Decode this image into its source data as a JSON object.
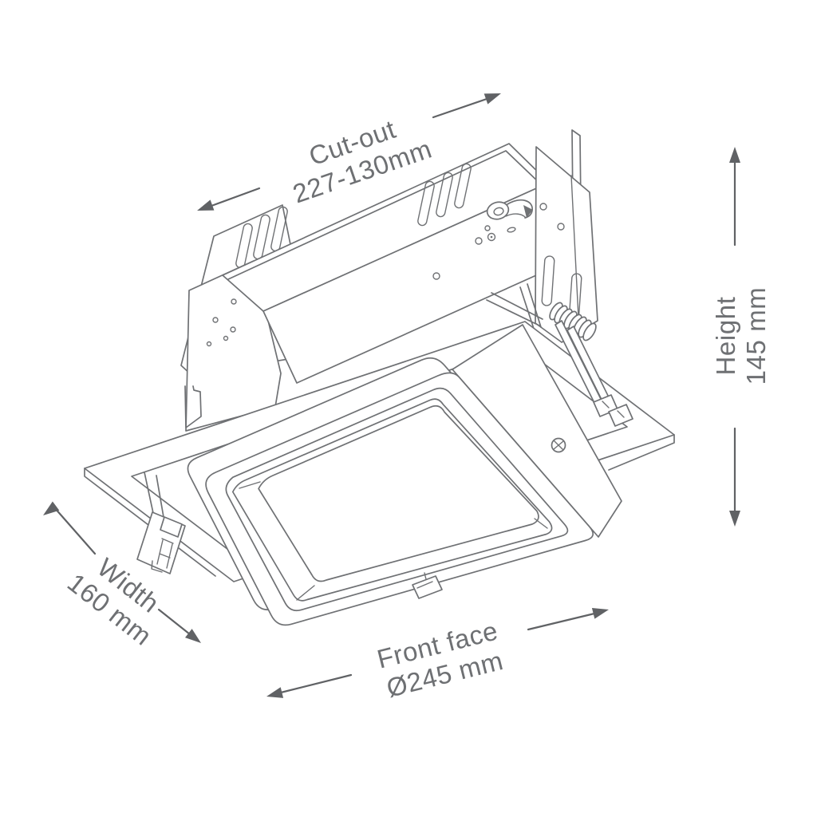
{
  "illustration": {
    "alt": "Isometric technical line drawing of a recessed rectangular tilt downlight: driver housing with vent slots on top, side mounting bracket with torsion springs, ceiling trim plate and tilted rectangular front bezel with recessed lens"
  },
  "colors": {
    "background": "#ffffff",
    "line": "#6f7174",
    "arrow": "#606265",
    "text": "#6e7073"
  },
  "dimensions": {
    "cutout": {
      "label": "Cut-out",
      "value": "227-130mm"
    },
    "height": {
      "label": "Height",
      "value": "145 mm"
    },
    "width": {
      "label": "Width",
      "value": "160 mm"
    },
    "front_face": {
      "label": "Front face",
      "value": "Ø245 mm"
    }
  }
}
